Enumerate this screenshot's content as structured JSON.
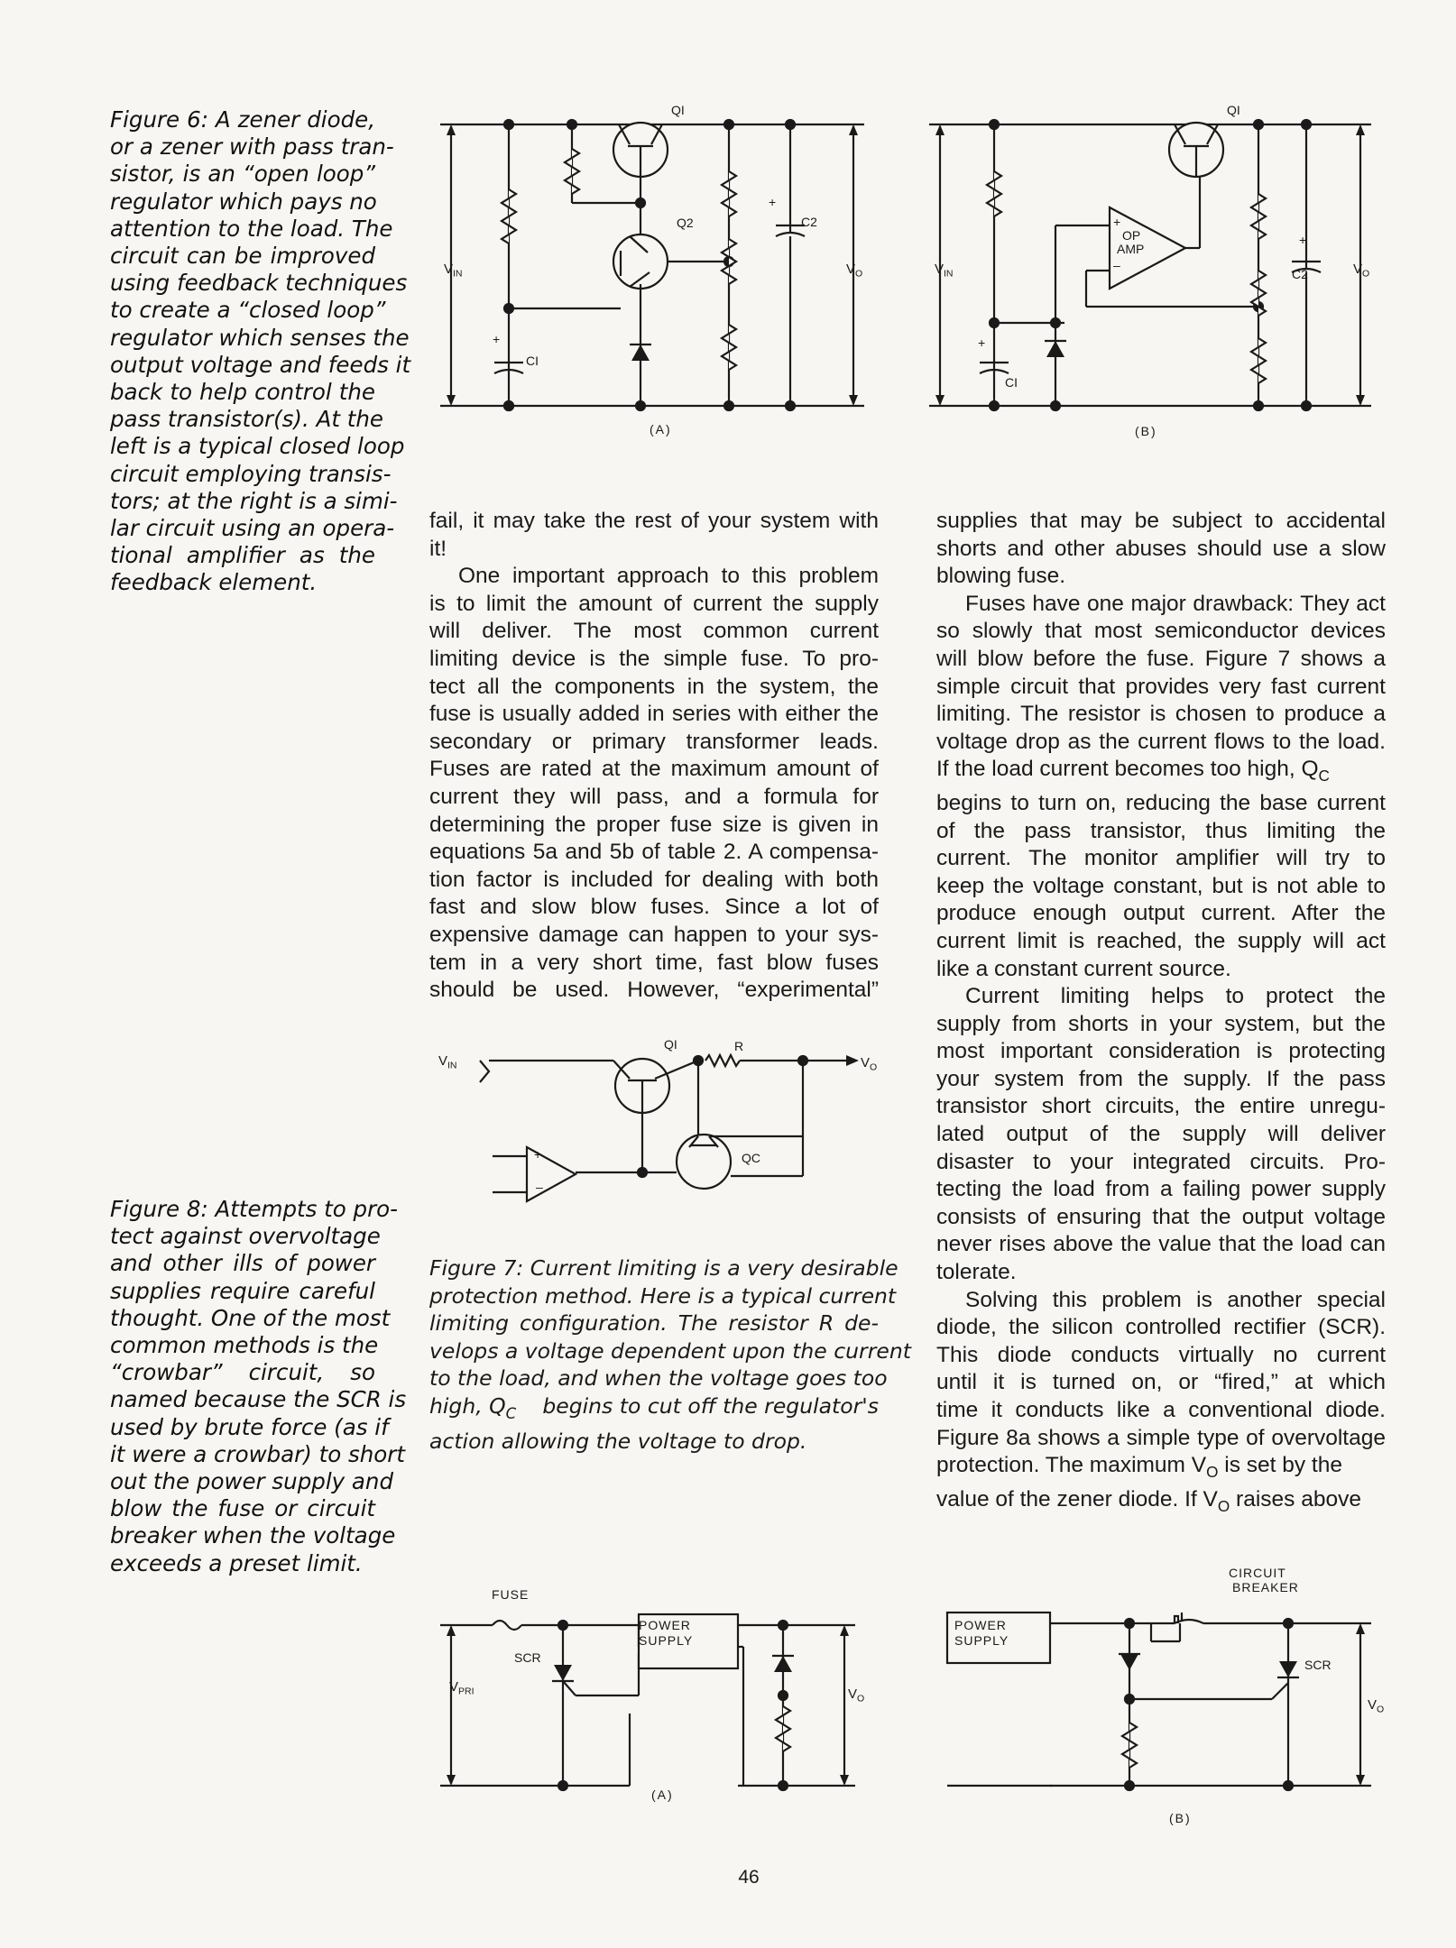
{
  "page_number": "46",
  "figure6_caption": [
    "Figure 6: A zener diode,",
    "or a zener with pass tran-",
    "sistor, is an “open loop”",
    "regulator which pays no",
    "attention to the load. The",
    "circuit can be improved",
    "using feedback techniques",
    "to create a “closed loop”",
    "regulator which senses the",
    "output voltage and feeds it",
    "back to help control the",
    "pass transistor(s). At the",
    "left is a typical closed loop",
    "circuit employing transis-",
    "tors; at the right is a simi-",
    "lar circuit using an opera-",
    "tional amplifier as the",
    "feedback element."
  ],
  "figure8_caption": [
    "Figure 8: Attempts to pro-",
    "tect against overvoltage",
    "and other ills of power",
    "supplies require careful",
    "thought. One of the most",
    "common methods is the",
    "“crowbar” circuit, so",
    "named because the SCR is",
    "used by brute force (as if",
    "it were a crowbar) to short",
    "out the power supply and",
    "blow the fuse or circuit",
    "breaker when the voltage",
    "exceeds a preset limit."
  ],
  "figure7_caption": [
    "Figure 7: Current limiting is a very desirable",
    "protection method. Here is a typical current",
    "limiting configuration. The resistor R de-",
    "velops a voltage dependent upon the current",
    "to the load, and when the voltage goes too",
    "high, Q",
    "C",
    " begins to cut off the regulator's",
    "action allowing the voltage to drop."
  ],
  "middle_text": {
    "p1": [
      "fail, it may take the rest of your system with",
      "it!"
    ],
    "p2": [
      "One important approach to this problem",
      "is to limit the amount of current the supply",
      "will deliver. The most common current",
      "limiting device is the simple fuse. To pro-",
      "tect all the components in the system, the",
      "fuse is usually added in series with either the",
      "secondary or primary transformer leads.",
      "Fuses are rated at the maximum amount of",
      "current they will pass, and a formula for",
      "determining the proper fuse size is given in",
      "equations 5a and 5b of table 2. A compensa-",
      "tion factor is included for dealing with both",
      "fast and slow blow fuses. Since a lot of",
      "expensive damage can happen to your sys-",
      "tem in a very short time, fast blow fuses",
      "should be used. However, “experimental”"
    ]
  },
  "right_text": {
    "p1": [
      "supplies that may be subject to accidental",
      "shorts and other abuses should use a slow",
      "blowing fuse."
    ],
    "p2": [
      "Fuses have one major drawback: They act",
      "so slowly that most semiconductor devices",
      "will blow before the fuse. Figure 7 shows a",
      "simple circuit that provides very fast current",
      "limiting. The resistor is chosen to produce a",
      "voltage drop as the current flows to the load.",
      "If the load current becomes too high, Q",
      "C",
      "begins to turn on, reducing the base current",
      "of the pass transistor, thus limiting the",
      "current. The monitor amplifier will try to",
      "keep the voltage constant, but is not able to",
      "produce enough output current. After the",
      "current limit is reached, the supply will act",
      "like a constant current source."
    ],
    "p3": [
      "Current limiting helps to protect the",
      "supply from shorts in your system, but the",
      "most important consideration is protecting",
      "your system from the supply. If the pass",
      "transistor short circuits, the entire unregu-",
      "lated output of the supply will deliver",
      "disaster to your integrated circuits. Pro-",
      "tecting the load from a failing power supply",
      "consists of ensuring that the output voltage",
      "never rises above the value that the load can",
      "tolerate."
    ],
    "p4": [
      "Solving this problem is another special",
      "diode, the silicon controlled rectifier (SCR).",
      "This diode conducts virtually no current",
      "until it is turned on, or “fired,” at which",
      "time it conducts like a conventional diode.",
      "Figure 8a shows a simple type of overvoltage",
      "protection. The maximum V",
      "O",
      " is set by the",
      "value of the zener diode. If V",
      "O",
      " raises above"
    ]
  },
  "diagrams": {
    "fig6a": {
      "q1": "QI",
      "q2": "Q2",
      "c1": "CI",
      "c2": "C2",
      "vin": "V",
      "vin_sub": "IN",
      "vo": "V",
      "vo_sub": "O",
      "plus": "+",
      "caption": "(A)"
    },
    "fig6b": {
      "q1": "QI",
      "amp1": "OP",
      "amp2": "AMP",
      "c1": "CI",
      "c2": "C2",
      "vin": "V",
      "vin_sub": "IN",
      "vo": "V",
      "vo_sub": "O",
      "plus": "+",
      "minus": "–",
      "caption": "(B)"
    },
    "fig7": {
      "q1": "QI",
      "r": "R",
      "qc": "QC",
      "vin": "V",
      "vin_sub": "IN",
      "vo": "V",
      "vo_sub": "O",
      "plus": "+",
      "minus": "–"
    },
    "fig8a": {
      "fuse": "FUSE",
      "scr": "SCR",
      "ps1": "POWER",
      "ps2": "SUPPLY",
      "vpri": "V",
      "vpri_sub": "PRI",
      "vo": "V",
      "vo_sub": "O",
      "caption": "(A)"
    },
    "fig8b": {
      "cb1": "CIRCUIT",
      "cb2": "BREAKER",
      "ps1": "POWER",
      "ps2": "SUPPLY",
      "scr": "SCR",
      "vo": "V",
      "vo_sub": "O",
      "caption": "(B)"
    }
  }
}
